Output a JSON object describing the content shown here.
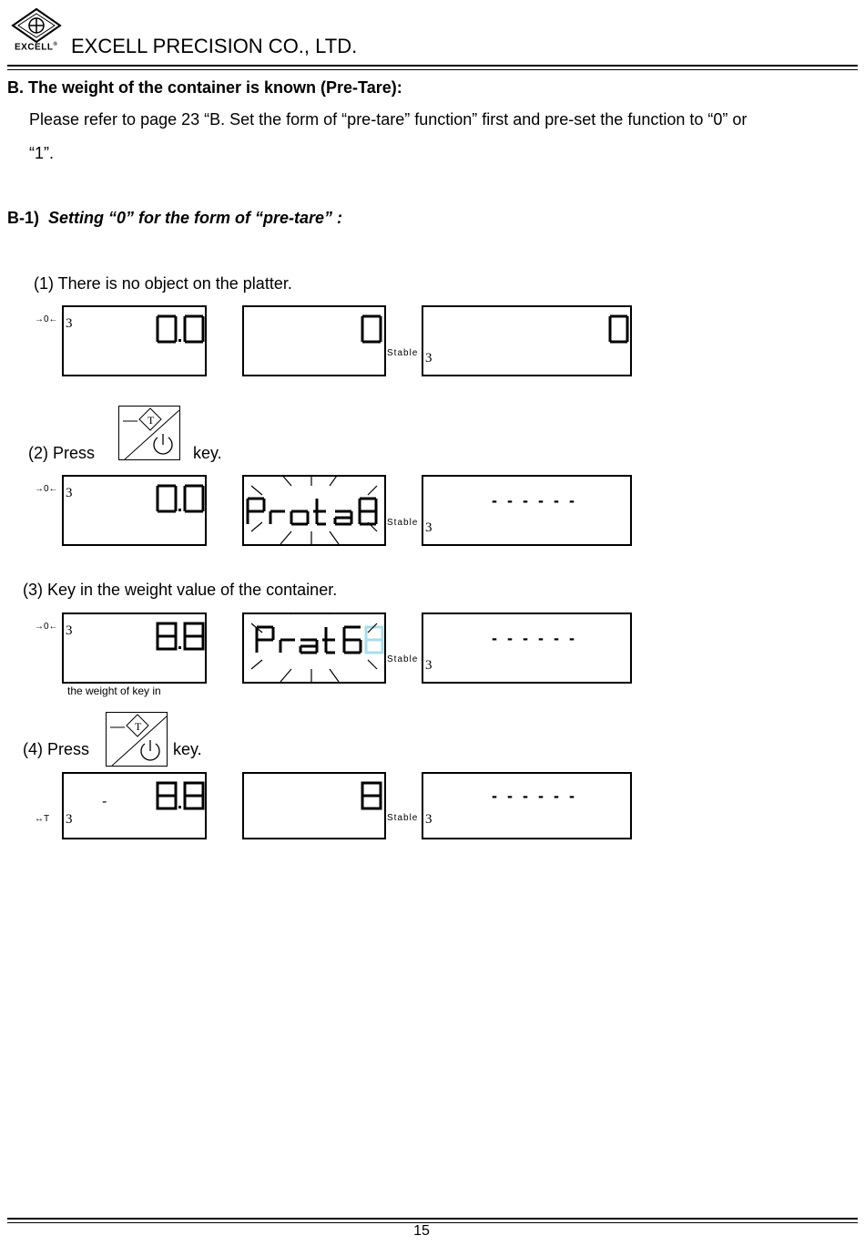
{
  "header": {
    "logo_word": "EXCELL",
    "logo_reg": "®",
    "company": "EXCELL PRECISION CO., LTD."
  },
  "section": {
    "heading": "B.  The weight of the container is known (Pre-Tare):",
    "para_line1": "Please refer to page 23 “B. Set the form of “pre-tare” function” first and pre-set the function to “0” or",
    "para_line2": "“1”.",
    "sub_prefix": "B-1)",
    "sub_title": "Setting “0” for the form of “pre-tare” :"
  },
  "steps": {
    "s1": "(1) There is no object on the platter.",
    "s2_a": "(2) Press",
    "s2_b": "key.",
    "s3": "(3) Key in the weight value of the container.",
    "s4_a": "(4) Press",
    "s4_b": "key."
  },
  "display": {
    "stable_label": "Stable",
    "digit_three": "3",
    "zero_indicator": "→0←",
    "tare_indicator": "↔T",
    "dashes": "- - - - - -",
    "minus": "-",
    "note": "the weight of key in",
    "key_letter": "T"
  },
  "footer": {
    "page": "15"
  },
  "colors": {
    "blink_digit": "#a8dde8",
    "ink": "#000000"
  }
}
